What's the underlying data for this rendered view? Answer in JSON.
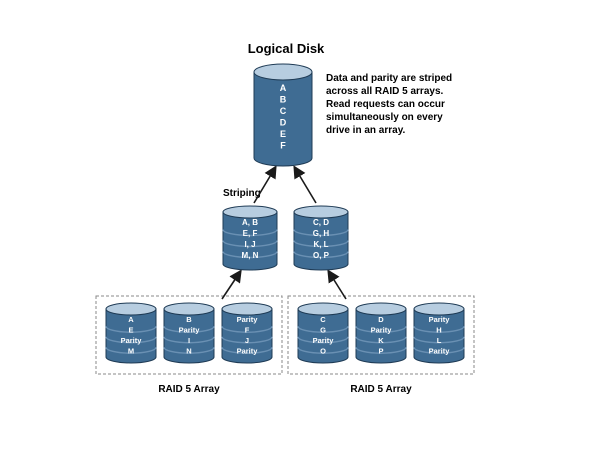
{
  "title": "Logical Disk",
  "description_lines": [
    "Data and parity are striped",
    "across all RAID 5 arrays.",
    "Read requests can occur",
    "simultaneously on every",
    "drive in an array."
  ],
  "striping_label": "Striping",
  "logical_disk": {
    "letters": [
      "A",
      "B",
      "C",
      "D",
      "E",
      "F"
    ]
  },
  "stripe_disks": [
    {
      "rows": [
        "A, B",
        "E, F",
        "I, J",
        "M, N"
      ]
    },
    {
      "rows": [
        "C, D",
        "G, H",
        "K, L",
        "O, P"
      ]
    }
  ],
  "arrays": [
    {
      "label": "RAID 5 Array",
      "drives": [
        {
          "rows": [
            "A",
            "E",
            "Parity",
            "M"
          ]
        },
        {
          "rows": [
            "B",
            "Parity",
            "I",
            "N"
          ]
        },
        {
          "rows": [
            "Parity",
            "F",
            "J",
            "Parity"
          ]
        }
      ]
    },
    {
      "label": "RAID 5 Array",
      "drives": [
        {
          "rows": [
            "C",
            "G",
            "Parity",
            "O"
          ]
        },
        {
          "rows": [
            "D",
            "Parity",
            "K",
            "P"
          ]
        },
        {
          "rows": [
            "Parity",
            "H",
            "L",
            "Parity"
          ]
        }
      ]
    }
  ],
  "colors": {
    "title": "#2a6aa4",
    "cylinder_body": "#3f6c93",
    "cylinder_top": "#b7cde0",
    "cylinder_edge": "#1f3b55",
    "stripe_band": "#6a90b3",
    "text_on_disk": "#ffffff",
    "label_text": "#4d4d4d",
    "arrow": "#1a1a1a",
    "dashed_border": "#8a8a8a"
  }
}
